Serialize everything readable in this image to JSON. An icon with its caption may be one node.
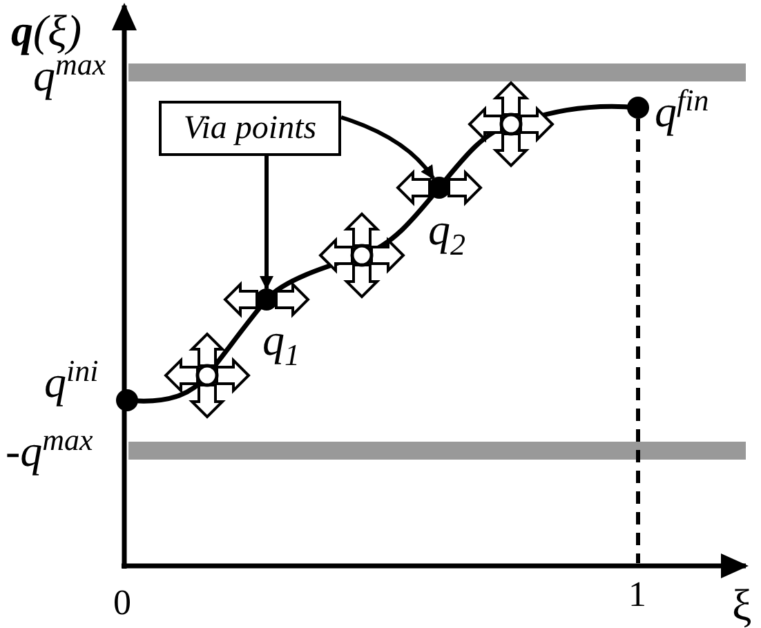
{
  "diagram": {
    "nodes": [
      {
        "text": [
          "Via points"
        ]
      },
      {
        "text": [],
        "shape": "circle",
        "beside": [
          "q$^{ini}$"
        ]
      },
      {
        "text": [],
        "shape": "circle",
        "beside": [
          "q$_{1}$"
        ]
      },
      {
        "text": [],
        "shape": "circle",
        "beside": [
          "q$_{2}$"
        ]
      },
      {
        "text": [],
        "shape": "circle",
        "beside": [
          "q$^{fin}$"
        ]
      }
    ],
    "edges": [
      {
        "from": 0,
        "to": 2,
        "arrow": "to"
      },
      {
        "from": 0,
        "to": 3,
        "arrow": "to"
      }
    ],
    "labels": [
      "**q**(ξ)",
      "q$^{max}$",
      "-q$^{max}$",
      "0",
      "1",
      "ξ"
    ]
  }
}
